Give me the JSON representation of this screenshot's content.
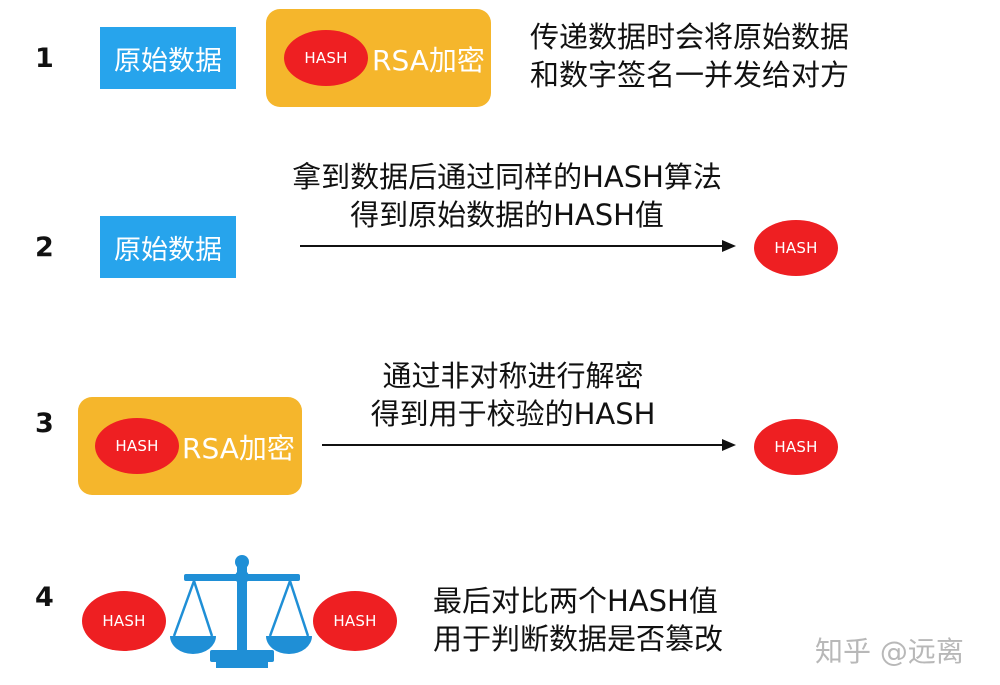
{
  "steps": [
    {
      "number": "1",
      "data_label": "原始数据",
      "hash_label": "HASH",
      "rsa_label": "RSA加密",
      "description": [
        "传递数据时会将原始数据",
        "和数字签名一并发给对方"
      ]
    },
    {
      "number": "2",
      "data_label": "原始数据",
      "arrow_label": [
        "拿到数据后通过同样的HASH算法",
        "得到原始数据的HASH值"
      ],
      "result_hash": "HASH"
    },
    {
      "number": "3",
      "hash_label": "HASH",
      "rsa_label": "RSA加密",
      "arrow_label": [
        "通过非对称进行解密",
        "得到用于校验的HASH"
      ],
      "result_hash": "HASH"
    },
    {
      "number": "4",
      "left_hash": "HASH",
      "right_hash": "HASH",
      "description": [
        "最后对比两个HASH值",
        "用于判断数据是否篡改"
      ]
    }
  ],
  "watermark": "知乎 @远离",
  "colors": {
    "data_box": "#27a4ec",
    "rsa_box": "#f5b62c",
    "hash": "#ee1f22",
    "scale": "#1f8fd6"
  },
  "icons": {
    "balance_scale": "balance-scale-icon"
  }
}
